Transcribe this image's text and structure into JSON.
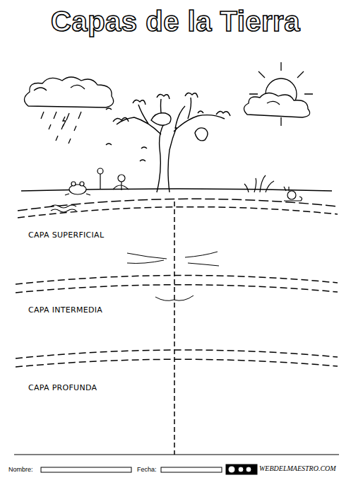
{
  "diagram": {
    "title": "Capas de la Tierra",
    "nodes": [
      {
        "text": [
          "CAPA SUPERFICIAL"
        ]
      },
      {
        "text": [
          "CAPA INTERMEDIA"
        ]
      },
      {
        "text": [
          "CAPA PROFUNDA"
        ]
      }
    ],
    "labels": [
      "Nombre:",
      "Fecha:",
      "WEBDELMAESTRO.COM"
    ]
  }
}
